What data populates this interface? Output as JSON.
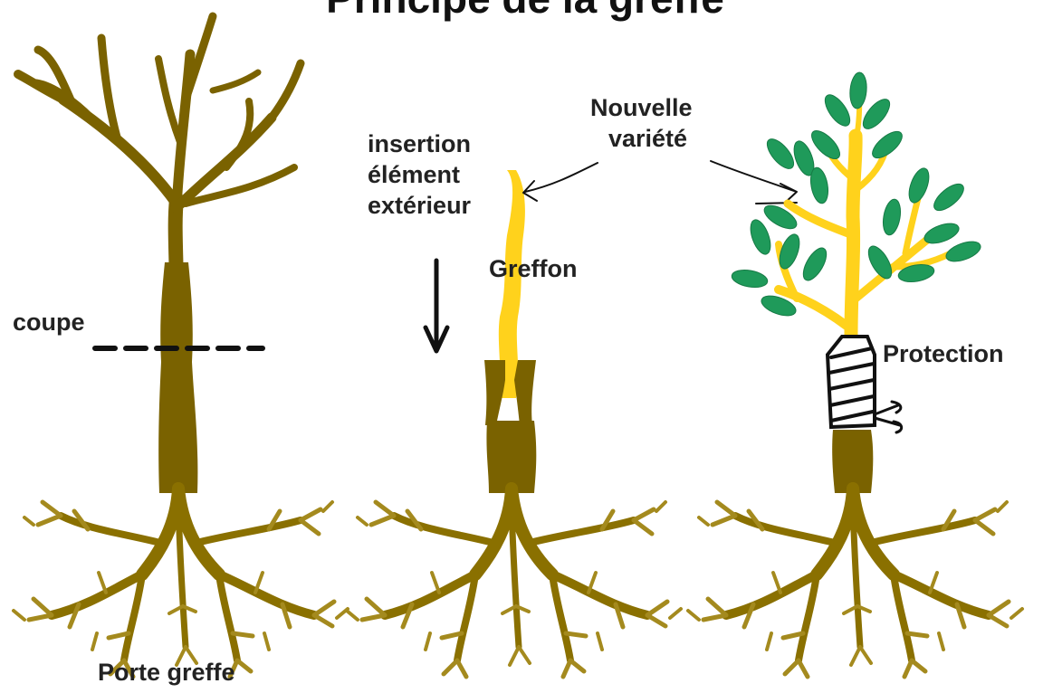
{
  "title": "Principe de la greffe",
  "labels": {
    "coupe": "coupe",
    "porte_greffe": "Porte greffe",
    "insertion_line1": "insertion",
    "insertion_line2": "élément",
    "insertion_line3": "extérieur",
    "greffon": "Greffon",
    "nouvelle_line1": "Nouvelle",
    "nouvelle_line2": "variété",
    "protection": "Protection"
  },
  "colors": {
    "rootstock": "#7a6200",
    "scion": "#ffd21c",
    "leaves": "#1f9a5a",
    "ink": "#111111"
  }
}
